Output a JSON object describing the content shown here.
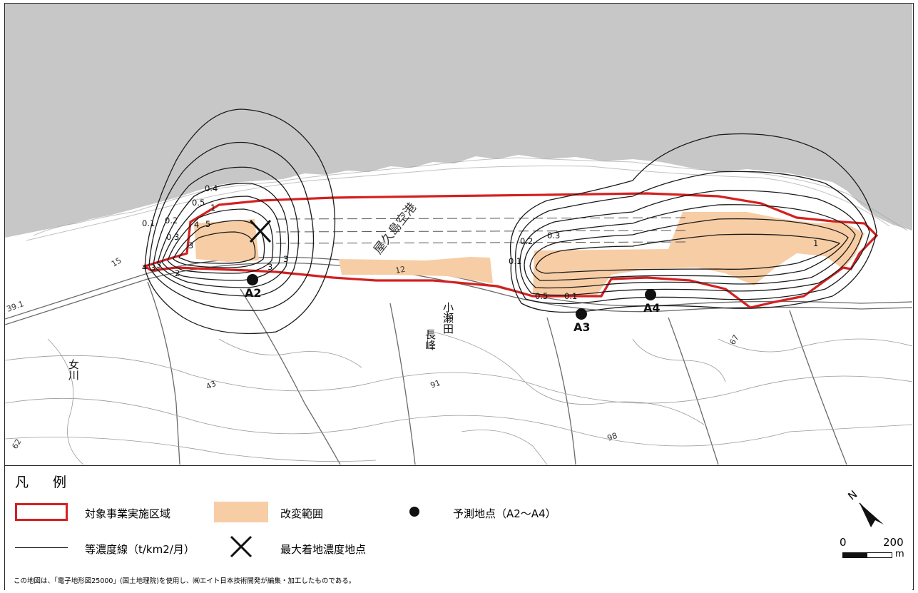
{
  "map": {
    "airport_label": "屋久島空港",
    "place_names": [
      "女川",
      "小瀬田",
      "長峰"
    ],
    "spot_heights": [
      "39.1",
      "15",
      "43",
      "91",
      "62",
      "67",
      "98",
      "12"
    ],
    "prediction_points": [
      "A2",
      "A3",
      "A4"
    ],
    "contour_labels": {
      "west": [
        "0.4",
        "0.5",
        "1",
        "0.1",
        "0.2",
        "0.3",
        "4",
        "5",
        "3",
        "2",
        "4",
        "3",
        "3",
        "3",
        "3"
      ],
      "east": [
        "0.2",
        "0.3",
        "0.1",
        "0.5",
        "0.1",
        "1"
      ]
    },
    "colors": {
      "sea": "#c7c7c7",
      "land": "#ffffff",
      "project_area": "#d42020",
      "alteration_area": "#f7cda5",
      "contour": "#1a1a1a"
    }
  },
  "legend": {
    "title": "凡 例",
    "items": [
      {
        "label": "対象事業実施区域",
        "symbol": "red-outline-rect"
      },
      {
        "label": "改変範囲",
        "symbol": "peach-fill-rect"
      },
      {
        "label": "予測地点（A2〜A4）",
        "symbol": "black-dot"
      },
      {
        "label": "等濃度線（t/km2/月）",
        "symbol": "black-line"
      },
      {
        "label": "最大着地濃度地点",
        "symbol": "x-mark"
      }
    ],
    "north_label": "N",
    "scale": {
      "start": "0",
      "end": "200",
      "unit": "m"
    },
    "source_note": "この地図は、「電子地形図25000」(国土地理院)を使用し、㈱エイト日本技術開発が編集・加工したものである。"
  }
}
